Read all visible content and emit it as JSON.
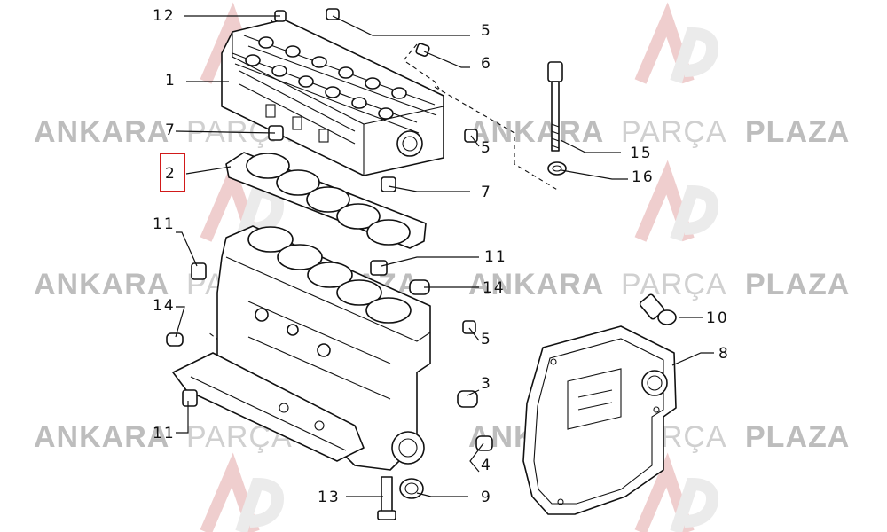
{
  "watermark": {
    "brand_bold_1": "ANKARA",
    "brand_light": "PARÇA",
    "brand_bold_2": "PLAZA",
    "colors": {
      "text": "#bdbdbd",
      "logo_red": "#e8b0b0"
    }
  },
  "callouts": [
    {
      "id": "12",
      "label": "12"
    },
    {
      "id": "5a",
      "label": "5"
    },
    {
      "id": "6",
      "label": "6"
    },
    {
      "id": "1",
      "label": "1"
    },
    {
      "id": "7a",
      "label": "7"
    },
    {
      "id": "5b",
      "label": "5"
    },
    {
      "id": "15",
      "label": "15"
    },
    {
      "id": "16",
      "label": "16"
    },
    {
      "id": "2",
      "label": "2",
      "highlighted": true
    },
    {
      "id": "7b",
      "label": "7"
    },
    {
      "id": "11a",
      "label": "11"
    },
    {
      "id": "11b",
      "label": "11"
    },
    {
      "id": "14a",
      "label": "14"
    },
    {
      "id": "14b",
      "label": "14"
    },
    {
      "id": "10",
      "label": "10"
    },
    {
      "id": "5c",
      "label": "5"
    },
    {
      "id": "8",
      "label": "8"
    },
    {
      "id": "3",
      "label": "3"
    },
    {
      "id": "11c",
      "label": "11"
    },
    {
      "id": "4",
      "label": "4"
    },
    {
      "id": "13",
      "label": "13"
    },
    {
      "id": "9",
      "label": "9"
    }
  ],
  "highlight_color": "#d11a1a"
}
